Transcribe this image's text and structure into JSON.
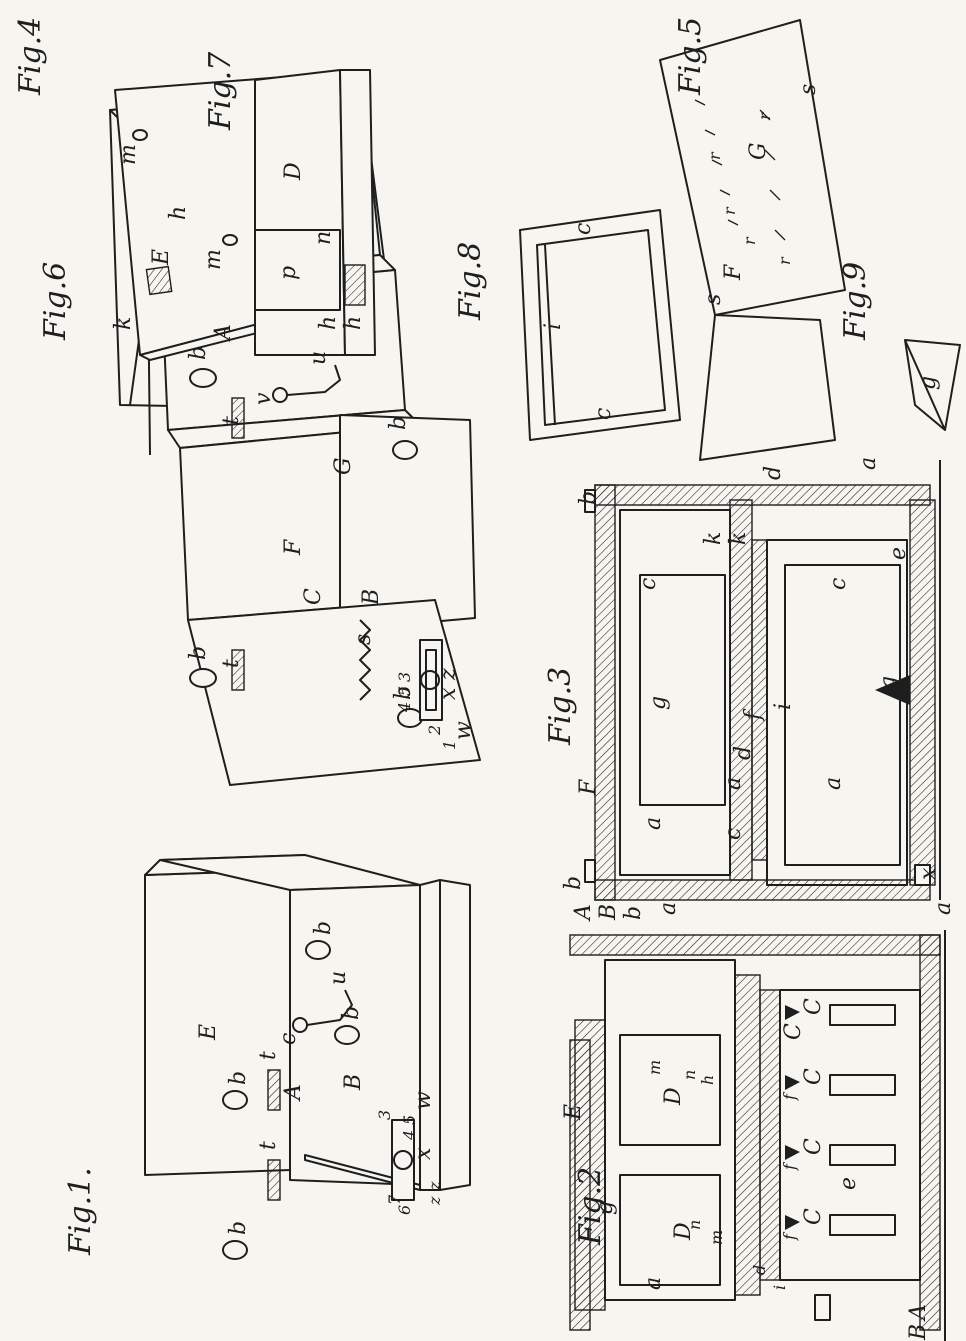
{
  "figures": {
    "fig1": {
      "caption": "Fig.1.",
      "labels": [
        "E",
        "A",
        "B",
        "b",
        "b",
        "b",
        "b",
        "t",
        "t",
        "c",
        "u",
        "3",
        "7",
        "4",
        "5",
        "w",
        "x",
        "z",
        "z",
        "6"
      ]
    },
    "fig2": {
      "caption": "Fig.2",
      "labels": [
        "E",
        "A",
        "A",
        "B",
        "B",
        "a",
        "a",
        "a",
        "b",
        "g",
        "D",
        "D",
        "m",
        "m",
        "n",
        "n",
        "h",
        "C",
        "C",
        "C",
        "C",
        "C",
        "f",
        "f",
        "f",
        "e",
        "d",
        "i"
      ]
    },
    "fig3": {
      "caption": "Fig.3",
      "labels": [
        "F",
        "a",
        "a",
        "b",
        "b",
        "d",
        "k",
        "k",
        "c",
        "c",
        "c",
        "e",
        "g",
        "g",
        "f",
        "i",
        "x",
        "d",
        "a",
        "a"
      ]
    },
    "fig4": {
      "caption": "Fig.4",
      "labels": [
        "E",
        "A",
        "B",
        "C",
        "G",
        "F",
        "b",
        "b",
        "b",
        "b",
        "t",
        "t",
        "v",
        "u",
        "s",
        "1",
        "2",
        "4",
        "5",
        "3",
        "w",
        "x",
        "z"
      ]
    },
    "fig5": {
      "caption": "Fig.5",
      "labels": [
        "G",
        "F",
        "r",
        "r",
        "r",
        "r",
        "r",
        "s",
        "s"
      ]
    },
    "fig6": {
      "caption": "Fig.6",
      "labels": [
        "k",
        "m",
        "h",
        "m"
      ]
    },
    "fig7": {
      "caption": "Fig.7",
      "labels": [
        "D",
        "p",
        "n",
        "h",
        "h"
      ]
    },
    "fig8": {
      "caption": "Fig.8",
      "labels": [
        "c",
        "c",
        "i"
      ]
    },
    "fig9": {
      "caption": "Fig.9",
      "labels": [
        "g"
      ]
    }
  }
}
